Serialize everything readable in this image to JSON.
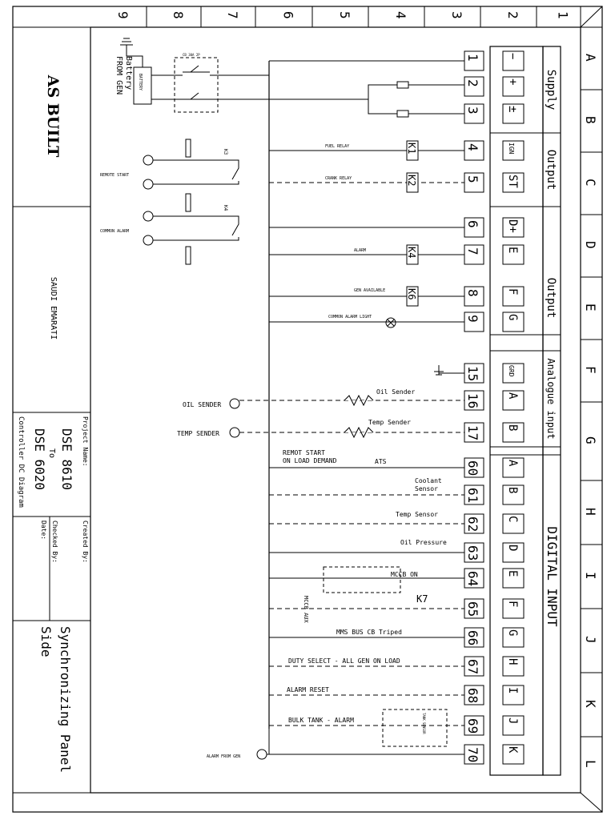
{
  "title_block": {
    "as_built": "AS BUILT",
    "customer": "SAUDI EMARATI",
    "project_name_label": "Project Name:",
    "project_line1": "DSE 8610",
    "project_line2": "To",
    "project_line3": "DSE 6020",
    "project_line4": "Controller DC Diagram",
    "created_by": "Created By:",
    "checked_by": "Checked By:",
    "date": "Date:",
    "drawing_title1": "Synchronizing Panel",
    "drawing_title2": "Side"
  },
  "grid": {
    "columns": [
      "9",
      "8",
      "7",
      "6",
      "5",
      "4",
      "3",
      "2",
      "1"
    ],
    "rows": [
      "A",
      "B",
      "C",
      "D",
      "E",
      "F",
      "G",
      "H",
      "I",
      "J",
      "K",
      "L"
    ]
  },
  "sections": {
    "supply": "Supply",
    "output1": "Output",
    "output2": "Output",
    "analogue": "Analogue input",
    "digital": "DIGITAL INPUT"
  },
  "terminals": [
    {
      "num": "1",
      "sym": "−"
    },
    {
      "num": "2",
      "sym": "+"
    },
    {
      "num": "3",
      "sym": "±"
    },
    {
      "num": "4",
      "sym": "IGN"
    },
    {
      "num": "5",
      "sym": "ST"
    },
    {
      "num": "6",
      "sym": "D+"
    },
    {
      "num": "7",
      "sym": "E"
    },
    {
      "num": "8",
      "sym": "F"
    },
    {
      "num": "9",
      "sym": "G"
    },
    {
      "num": "15",
      "sym": "GRD"
    },
    {
      "num": "16",
      "sym": "A"
    },
    {
      "num": "17",
      "sym": "B"
    },
    {
      "num": "60",
      "sym": "A"
    },
    {
      "num": "61",
      "sym": "B"
    },
    {
      "num": "62",
      "sym": "C"
    },
    {
      "num": "63",
      "sym": "D"
    },
    {
      "num": "64",
      "sym": "E"
    },
    {
      "num": "65",
      "sym": "F"
    },
    {
      "num": "66",
      "sym": "G"
    },
    {
      "num": "67",
      "sym": "H"
    },
    {
      "num": "68",
      "sym": "I"
    },
    {
      "num": "69",
      "sym": "J"
    },
    {
      "num": "70",
      "sym": "K"
    }
  ],
  "circuit_labels": {
    "from_gen_battery": "FROM GEN Battery",
    "battery": "BATTERY",
    "cb": "CB 30A 2P",
    "fuel_relay": "FUEL RELAY",
    "crank_relay": "CRANK RELAY",
    "alarm": "ALARM",
    "gen_available": "GEN AVAILABLE",
    "common_alarm_light": "COMMON ALARM LIGHT",
    "remote_start": "REMOTE START",
    "common_alarm": "COMMON ALARM",
    "oil_sender_ext": "OIL SENDER",
    "temp_sender_ext": "TEMP SENDER",
    "oil_sender": "Oil Sender",
    "temp_sender": "Temp Sender",
    "remot_start_1": "REMOT START",
    "remot_start_2": "ON LOAD DEMAND",
    "ats": "ATS",
    "coolant_1": "Coolant",
    "coolant_2": "Sensor",
    "temp_sensor": "Temp Sensor",
    "oil_pressure": "Oil Pressure",
    "mccb_on": "MCCB ON",
    "mccb_aux_1": "MCCB",
    "mccb_aux_2": "AUX",
    "k7": "K7",
    "mms_bus": "MMS BUS CB Triped",
    "duty_select": "DUTY SELECT - ALL GEN ON LOAD",
    "alarm_reset": "ALARM RESET",
    "bulk_tank": "BULK TANK - ALARM",
    "tank_sensor": "TANK SENSOR",
    "alarm_from_gen": "ALARM FROM GEN",
    "relays": [
      "K1",
      "K2",
      "K4",
      "K6"
    ],
    "k3": "K3",
    "k4": "K4"
  }
}
